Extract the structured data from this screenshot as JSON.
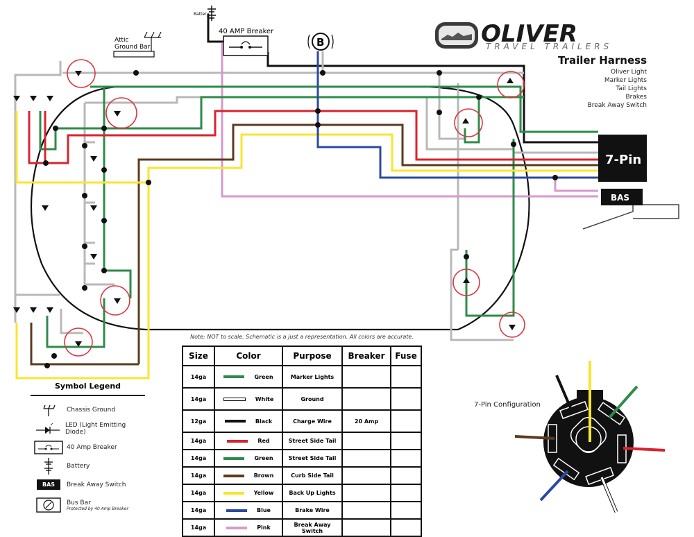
{
  "brand": {
    "name": "OLIVER",
    "tagline": "TRAVEL TRAILERS"
  },
  "title": {
    "heading": "Trailer Harness",
    "subtitles": [
      "Oliver Light",
      "Marker Lights",
      "Tail Lights",
      "Brakes",
      "Break Away Switch"
    ]
  },
  "diagram_labels": {
    "battery": "Battery",
    "breaker": "40 AMP Breaker",
    "attic_ground_bar": [
      "Attic",
      "Ground Bar"
    ],
    "bus_bar_letter": "B",
    "seven_pin": "7-Pin",
    "bas": "BAS",
    "note": "Note:  NOT to scale.  Schematic is a just a representation.  All colors are accurate."
  },
  "colors": {
    "green": "#2e8b4a",
    "white": "#ffffff",
    "black": "#111111",
    "red": "#d9232e",
    "brown": "#5a3b1e",
    "yellow": "#f7e630",
    "blue": "#2c4aa0",
    "pink": "#d79ac8",
    "gray_wire": "#b8b8b8",
    "led_circle": "#d9373f"
  },
  "wire_table": {
    "headers": [
      "Size",
      "Color",
      "Purpose",
      "Breaker",
      "Fuse"
    ],
    "rows": [
      {
        "size": "14ga",
        "color": "Green",
        "swatch": "#2e8b4a",
        "purpose": "Marker Lights",
        "breaker": "",
        "fuse": ""
      },
      {
        "size": "14ga",
        "color": "White",
        "swatch": "#ffffff",
        "purpose": "Ground",
        "breaker": "",
        "fuse": ""
      },
      {
        "size": "12ga",
        "color": "Black",
        "swatch": "#111111",
        "purpose": "Charge Wire",
        "breaker": "20 Amp",
        "fuse": ""
      },
      {
        "size": "14ga",
        "color": "Red",
        "swatch": "#d9232e",
        "purpose": "Street Side Tail",
        "breaker": "",
        "fuse": ""
      },
      {
        "size": "14ga",
        "color": "Green",
        "swatch": "#2e8b4a",
        "purpose": "Street Side Tail",
        "breaker": "",
        "fuse": ""
      },
      {
        "size": "14ga",
        "color": "Brown",
        "swatch": "#5a3b1e",
        "purpose": "Curb Side Tail",
        "breaker": "",
        "fuse": ""
      },
      {
        "size": "14ga",
        "color": "Yellow",
        "swatch": "#f7e630",
        "purpose": "Back Up Lights",
        "breaker": "",
        "fuse": ""
      },
      {
        "size": "14ga",
        "color": "Blue",
        "swatch": "#2c4aa0",
        "purpose": "Brake Wire",
        "breaker": "",
        "fuse": ""
      },
      {
        "size": "14ga",
        "color": "Pink",
        "swatch": "#d79ac8",
        "purpose": "Break Away Switch",
        "breaker": "",
        "fuse": ""
      }
    ]
  },
  "legend": {
    "title": "Symbol Legend",
    "items": [
      {
        "icon": "chassis-ground-icon",
        "label": "Chassis Ground"
      },
      {
        "icon": "led-icon",
        "label": "LED (Light Emitting Diode)"
      },
      {
        "icon": "breaker-icon",
        "label": "40 Amp Breaker"
      },
      {
        "icon": "battery-icon",
        "label": "Battery"
      },
      {
        "icon": "bas-icon",
        "label": "Break Away Switch",
        "badge": "BAS"
      },
      {
        "icon": "bus-bar-icon",
        "label": "Bus Bar",
        "note": "Protected by 40 Amp Breaker"
      }
    ]
  },
  "seven_pin_config": {
    "label": "7-Pin Configuration",
    "pins": [
      "Yellow",
      "Green",
      "Red",
      "White",
      "Blue",
      "Brown",
      "Black"
    ]
  }
}
